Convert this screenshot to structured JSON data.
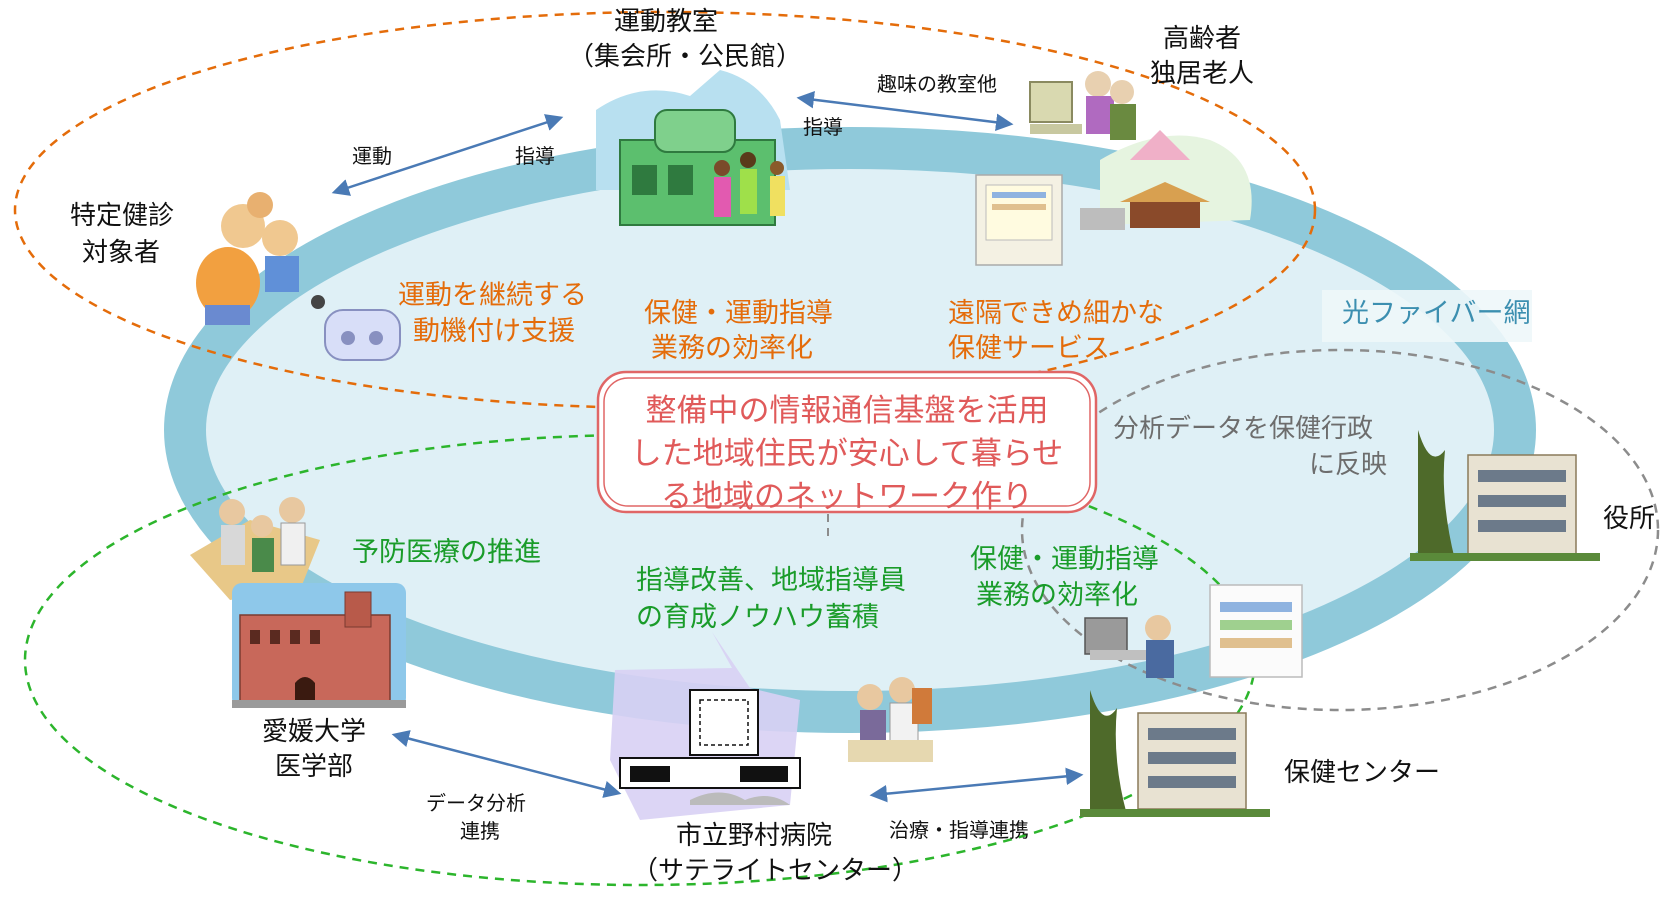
{
  "nodes": {
    "exercise_class": "運動教室",
    "exercise_class_sub": "（集会所・公民館）",
    "elderly": "高齢者",
    "elderly_alone": "独居老人",
    "checkup_target": "特定健診",
    "checkup_target2": "対象者",
    "city_office": "役所",
    "university": "愛媛大学",
    "university2": "医学部",
    "hospital": "市立野村病院",
    "hospital_sub": "（サテライトセンター）",
    "health_center": "保健センター"
  },
  "center_message": [
    "整備中の情報通信基盤を活用",
    "した地域住民が安心して暮らせ",
    "る地域のネットワーク作り"
  ],
  "ring_label": "光ファイバー網",
  "arrow_labels": {
    "exercise": "運動",
    "guidance_left": "指導",
    "hobby": "趣味の教室他",
    "guidance_right": "指導",
    "data_analysis": "データ分析",
    "cooperation": "連携",
    "treatment": "治療・指導連携"
  },
  "benefits_orange": {
    "motivation": [
      "運動を継続する",
      "動機付け支援"
    ],
    "efficiency": [
      "保健・運動指導",
      "業務の効率化"
    ],
    "remote": [
      "遠隔できめ細かな",
      "保健サービス"
    ]
  },
  "benefits_green": {
    "prevention": "予防医療の推進",
    "knowhow": [
      "指導改善、地域指導員",
      "の育成ノウハウ蓄積"
    ],
    "efficiency": [
      "保健・運動指導",
      "業務の効率化"
    ]
  },
  "gray_note": [
    "分析データを保健行政",
    "に反映"
  ],
  "colors": {
    "ring": "#8fc9da",
    "ring_fill": "#dff0f6",
    "orange_dash": "#e46c0a",
    "green_dash": "#2cb52c",
    "gray_dash": "#8c8c8c",
    "arrow": "#4a7ab5",
    "center_border": "#e06666"
  }
}
